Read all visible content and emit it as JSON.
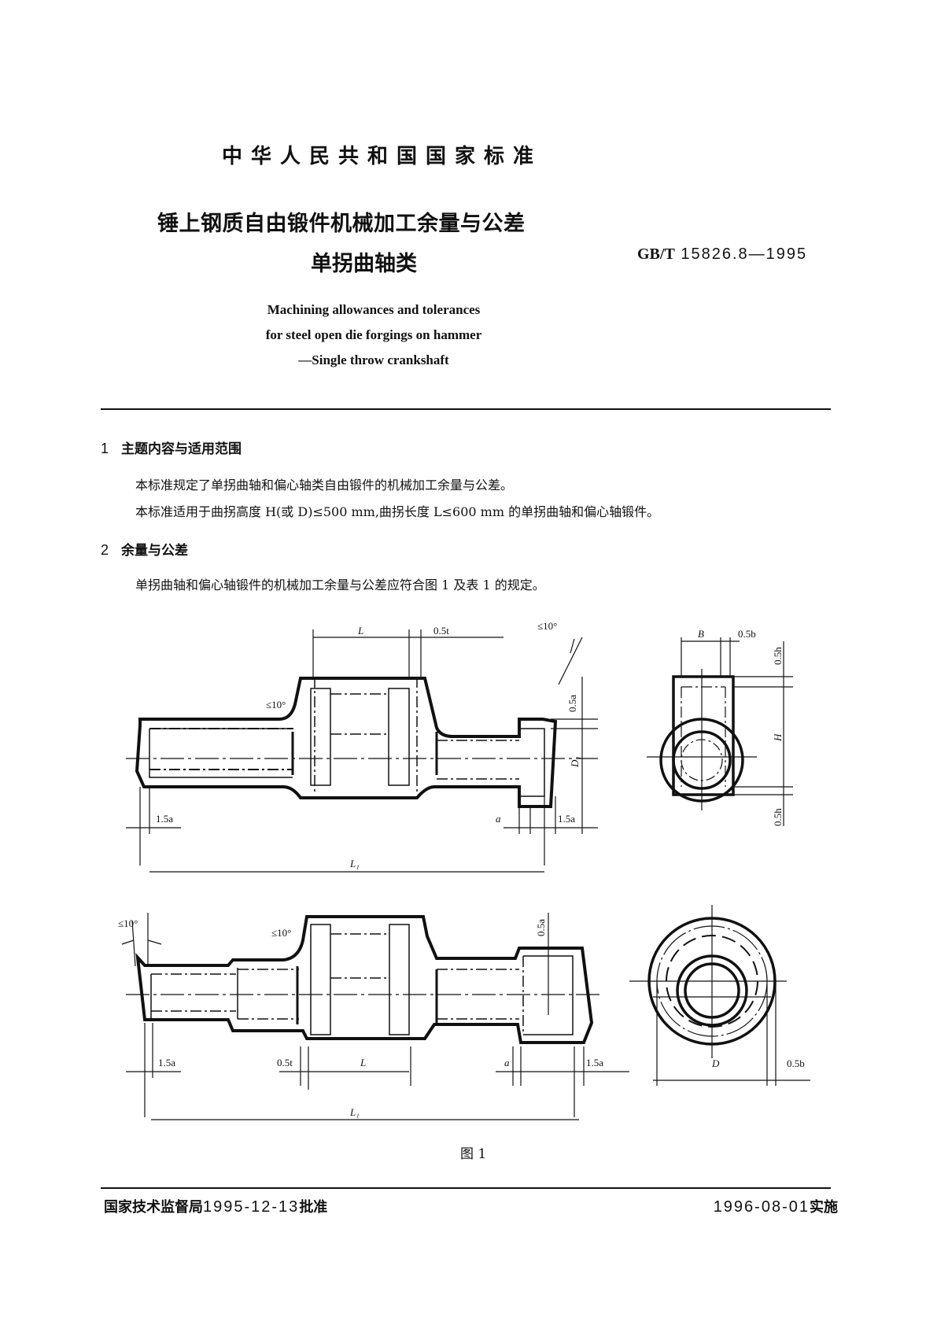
{
  "header": {
    "national_standard": "中华人民共和国国家标准",
    "title_zh": "锤上钢质自由锻件机械加工余量与公差",
    "subtitle_zh": "单拐曲轴类",
    "standard_prefix": "GB/T",
    "standard_number": "15826.8—1995",
    "title_en_line1": "Machining allowances and tolerances",
    "title_en_line2": "for steel open die forgings on hammer",
    "title_en_line3": "—Single throw crankshaft"
  },
  "sections": [
    {
      "number": "1",
      "title": "主题内容与适用范围",
      "paragraphs": [
        "本标准规定了单拐曲轴和偏心轴类自由锻件的机械加工余量与公差。",
        "本标准适用于曲拐高度 H(或 D)≤500 mm,曲拐长度 L≤600 mm 的单拐曲轴和偏心轴锻件。"
      ]
    },
    {
      "number": "2",
      "title": "余量与公差",
      "paragraphs": [
        "单拐曲轴和偏心轴锻件的机械加工余量与公差应符合图 1 及表 1 的规定。"
      ]
    }
  ],
  "figure": {
    "caption": "图 1",
    "top_view_labels": {
      "L": "L",
      "half_t": "0.5t",
      "angle_right": "≤10°",
      "angle_fillet": "≤10°",
      "half_a": "0.5a",
      "D1": "D₁",
      "left_allowance": "1.5a",
      "a": "a",
      "right_allowance": "1.5a",
      "L1": "L₁"
    },
    "top_side_labels": {
      "B": "B",
      "half_b": "0.5b",
      "half_h_top": "0.5h",
      "H": "H",
      "half_h_bottom": "0.5h"
    },
    "bottom_view_labels": {
      "angle_left": "≤10°",
      "angle_fillet": "≤10°",
      "half_a": "0.5a",
      "left_allowance": "1.5a",
      "half_t": "0.5t",
      "L": "L",
      "a": "a",
      "right_allowance": "1.5a",
      "L1": "L₁"
    },
    "bottom_side_labels": {
      "D": "D",
      "half_b": "0.5b"
    }
  },
  "footer": {
    "issuer": "国家技术监督局",
    "approval_date": "1995-12-13",
    "approval_suffix": "批准",
    "effective_date": "1996-08-01",
    "effective_suffix": "实施"
  }
}
